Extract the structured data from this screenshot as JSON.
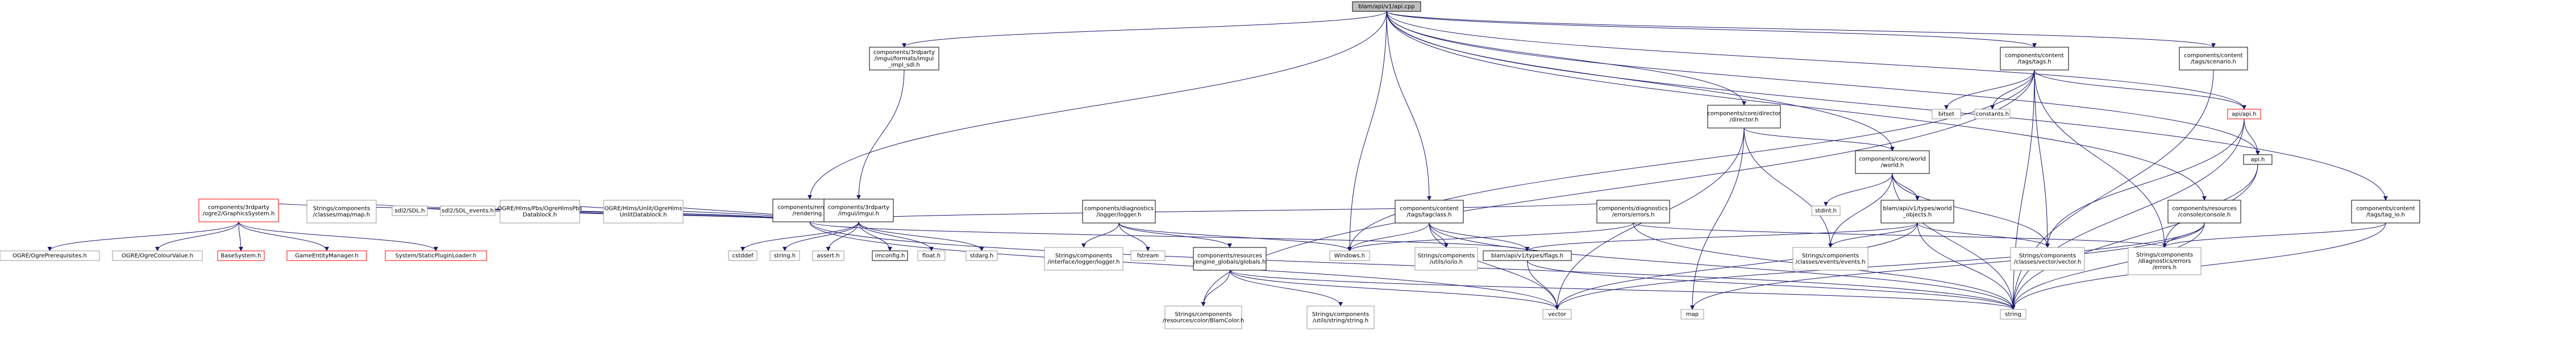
{
  "graph": {
    "title": "blam/api/v1/api.cpp",
    "edge_color": "#191970",
    "nodes": {
      "root": [
        "blam/api/v1/api.cpp"
      ],
      "imgui_sdl": [
        "components/3rdparty",
        "/imgui/formats/imgui",
        "_impl_sdl.h"
      ],
      "rendering": [
        "components/rendering",
        "/rendering.h"
      ],
      "content_tags": [
        "components/content",
        "/tags/tags.h"
      ],
      "core_director": [
        "components/core/director",
        "/director.h"
      ],
      "content_scenario": [
        "components/content",
        "/tags/scenario.h"
      ],
      "content_tag_io": [
        "components/content",
        "/tags/tag_io.h"
      ],
      "apirgn": [
        "api/api.h"
      ],
      "api_h": [
        "api.h"
      ],
      "bitset": [
        "bitset"
      ],
      "constants": [
        "constants.h"
      ],
      "core_world": [
        "components/core/world",
        "/world.h"
      ],
      "ogre2": [
        "components/3rdparty",
        "/ogre2/GraphicsSystem.h"
      ],
      "strings_map": [
        "Strings/components",
        "/classes/map/map.h"
      ],
      "sdl2": [
        "sdl2/SDL.h"
      ],
      "sdl2_events": [
        "sdl2/SDL_events.h"
      ],
      "hlms_pbs": [
        "OGRE/Hlms/Pbs/OgreHlmsPbs",
        "Datablock.h"
      ],
      "hlms_unlit": [
        "OGRE/Hlms/Unlit/OgreHlms",
        "UnlitDatablock.h"
      ],
      "imgui_h": [
        "components/3rdparty",
        "/imgui/imgui.h"
      ],
      "diag_logger": [
        "components/diagnostics",
        "/logger/logger.h"
      ],
      "tagclass": [
        "components/content",
        "/tags/tagclass.h"
      ],
      "diag_errors": [
        "components/diagnostics",
        "/errors/errors.h"
      ],
      "stdint": [
        "stdint.h"
      ],
      "world_objects": [
        "blam/api/v1/types/world",
        "_objects.h"
      ],
      "res_console": [
        "components/resources",
        "/console/console.h"
      ],
      "ogre_prereq": [
        "OGRE/OgrePrerequisites.h"
      ],
      "ogre_colour": [
        "OGRE/OgreColourValue.h"
      ],
      "basesystem": [
        "BaseSystem.h"
      ],
      "gameentity": [
        "GameEntityManager.h"
      ],
      "pluginloader": [
        "System/StaticPluginLoader.h"
      ],
      "cstddef": [
        "cstddef"
      ],
      "string_h": [
        "string.h"
      ],
      "assert_h": [
        "assert.h"
      ],
      "imconfig": [
        "imconfig.h"
      ],
      "float_h": [
        "float.h"
      ],
      "stdarg": [
        "stdarg.h"
      ],
      "strings_ilogger": [
        "Strings/components",
        "/interface/logger/logger.h"
      ],
      "fstream": [
        "fstream"
      ],
      "res_globals": [
        "components/resources",
        "/engine_globals/globals.h"
      ],
      "windows": [
        "Windows.h"
      ],
      "strings_utils_io": [
        "Strings/components",
        "/utils/io/io.h"
      ],
      "typesflags": [
        "blam/api/v1/types/flags.h"
      ],
      "strings_events": [
        "Strings/components",
        "/classes/events/events.h"
      ],
      "strings_vector": [
        "Strings/components",
        "/classes/vector/vector.h"
      ],
      "strings_diag_errors": [
        "Strings/components",
        "/diagnostics/errors",
        "/errors.h"
      ],
      "strings_blamcolor": [
        "Strings/components",
        "/resources/color/BlamColor.h"
      ],
      "strings_stringutil": [
        "Strings/components",
        "/utils/string/string.h"
      ],
      "vector": [
        "vector"
      ],
      "map": [
        "map"
      ],
      "string": [
        "string"
      ]
    }
  }
}
